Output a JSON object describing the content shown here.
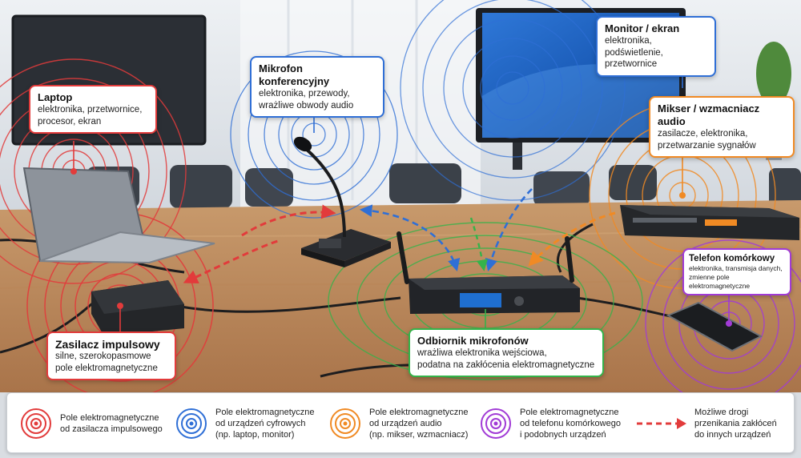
{
  "callouts": {
    "laptop": {
      "title": "Laptop",
      "lines": [
        "elektronika, przetwornice,",
        "procesor, ekran"
      ]
    },
    "mic": {
      "title": "Mikrofon konferencyjny",
      "lines": [
        "elektronika, przewody,",
        "wrażliwe obwody audio"
      ]
    },
    "monitor": {
      "title": "Monitor / ekran",
      "lines": [
        "elektronika, podświetlenie,",
        "przetwornice"
      ]
    },
    "mixer": {
      "title": "Mikser / wzmacniacz audio",
      "lines": [
        "zasilacze, elektronika,",
        "przetwarzanie sygnałów"
      ]
    },
    "phone": {
      "title": "Telefon komórkowy",
      "lines": [
        "elektronika, transmisja danych,",
        "zmienne pole elektromagnetyczne"
      ]
    },
    "psu": {
      "title": "Zasilacz impulsowy",
      "lines": [
        "silne, szerokopasmowe",
        "pole elektromagnetyczne"
      ]
    },
    "receiver": {
      "title": "Odbiornik mikrofonów",
      "lines": [
        "wrażliwa elektronika wejściowa,",
        "podatna na zakłócenia elektromagnetyczne"
      ]
    }
  },
  "colors": {
    "red": "#e23b3b",
    "blue": "#2f6fd6",
    "orange": "#f08a24",
    "purple": "#a13bd6",
    "green": "#35b34a"
  },
  "legend": [
    {
      "icon": "red-field-icon",
      "color": "#e23b3b",
      "lines": [
        "Pole elektromagnetyczne",
        "od zasilacza impulsowego"
      ]
    },
    {
      "icon": "blue-field-icon",
      "color": "#2f6fd6",
      "lines": [
        "Pole elektromagnetyczne",
        "od urządzeń cyfrowych",
        "(np. laptop, monitor)"
      ]
    },
    {
      "icon": "orange-field-icon",
      "color": "#f08a24",
      "lines": [
        "Pole elektromagnetyczne",
        "od urządzeń audio",
        "(np. mikser, wzmacniacz)"
      ]
    },
    {
      "icon": "purple-field-icon",
      "color": "#a13bd6",
      "lines": [
        "Pole elektromagnetyczne",
        "od telefonu komórkowego",
        "i podobnych urządzeń"
      ]
    },
    {
      "icon": "dashed-arrow-icon",
      "color": "#e23b3b",
      "lines": [
        "Możliwe drogi",
        "przenikania zakłóceń",
        "do innych urządzeń"
      ]
    }
  ]
}
